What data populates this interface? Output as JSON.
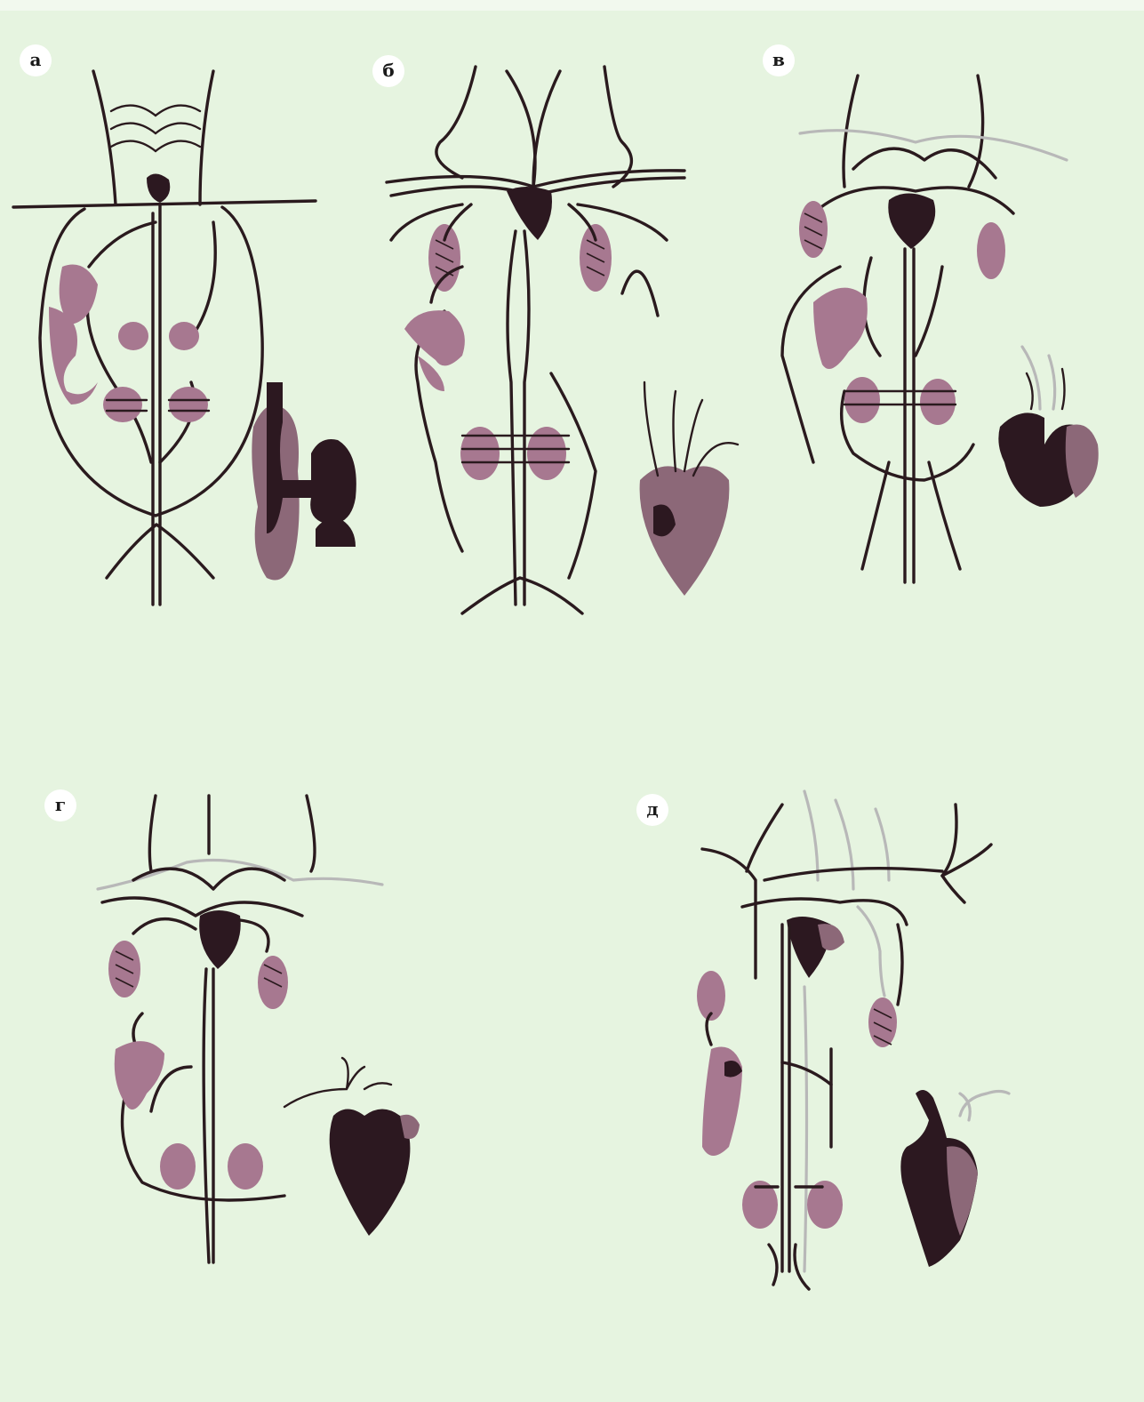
{
  "panels": [
    {
      "id": "a",
      "label": "а"
    },
    {
      "id": "b",
      "label": "б"
    },
    {
      "id": "v",
      "label": "в"
    },
    {
      "id": "g",
      "label": "г"
    },
    {
      "id": "d",
      "label": "д"
    }
  ],
  "colors": {
    "background": "#e6f4e0",
    "vessel": "#2a1a1e",
    "organ": "#a77890",
    "heart": "#2c1820",
    "light_vessel": "#b8b8b8"
  }
}
